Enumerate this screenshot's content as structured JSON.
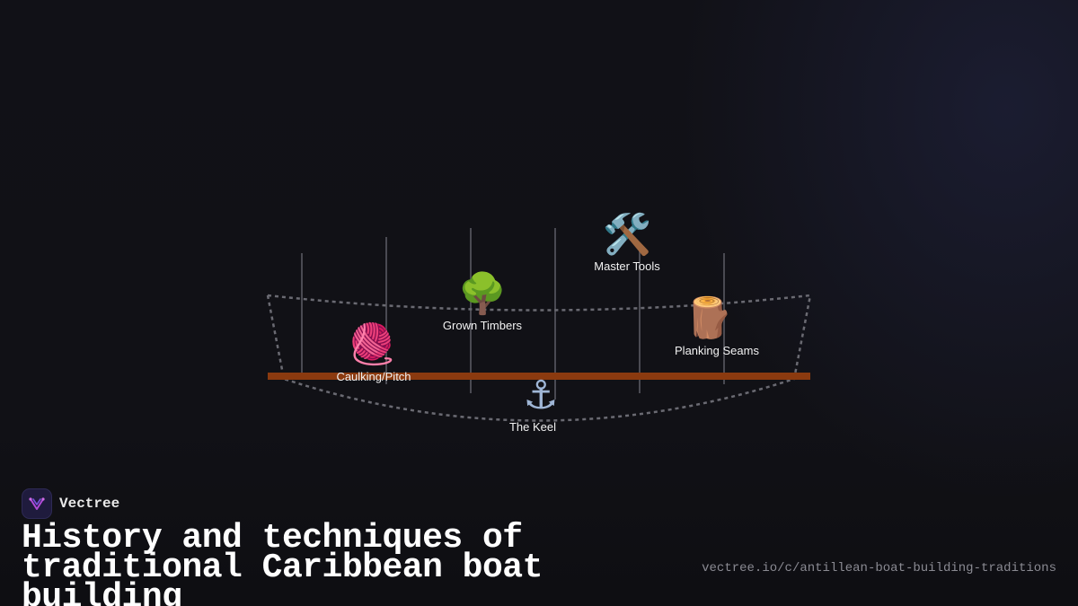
{
  "diagram": {
    "nodes": [
      {
        "id": "master-tools",
        "label": "Master Tools",
        "icon": "hammer-and-wrench-icon",
        "glyph": "🛠️"
      },
      {
        "id": "grown-timbers",
        "label": "Grown Timbers",
        "icon": "tree-icon",
        "glyph": "🌳"
      },
      {
        "id": "planking-seams",
        "label": "Planking Seams",
        "icon": "wood-log-icon",
        "glyph": "🪵"
      },
      {
        "id": "caulking-pitch",
        "label": "Caulking/Pitch",
        "icon": "yarn-ball-icon",
        "glyph": "🧶"
      },
      {
        "id": "the-keel",
        "label": "The Keel",
        "icon": "anchor-icon",
        "glyph": "⚓"
      }
    ],
    "colors": {
      "keel": "#8b3a0f",
      "hull_outline": "#6a6a72",
      "ribs": "#4a4a52"
    }
  },
  "brand": {
    "name": "Vectree",
    "logo_icon": "vectree-logo-icon"
  },
  "title": "History and techniques of traditional Caribbean boat building",
  "url": "vectree.io/c/antillean-boat-building-traditions"
}
